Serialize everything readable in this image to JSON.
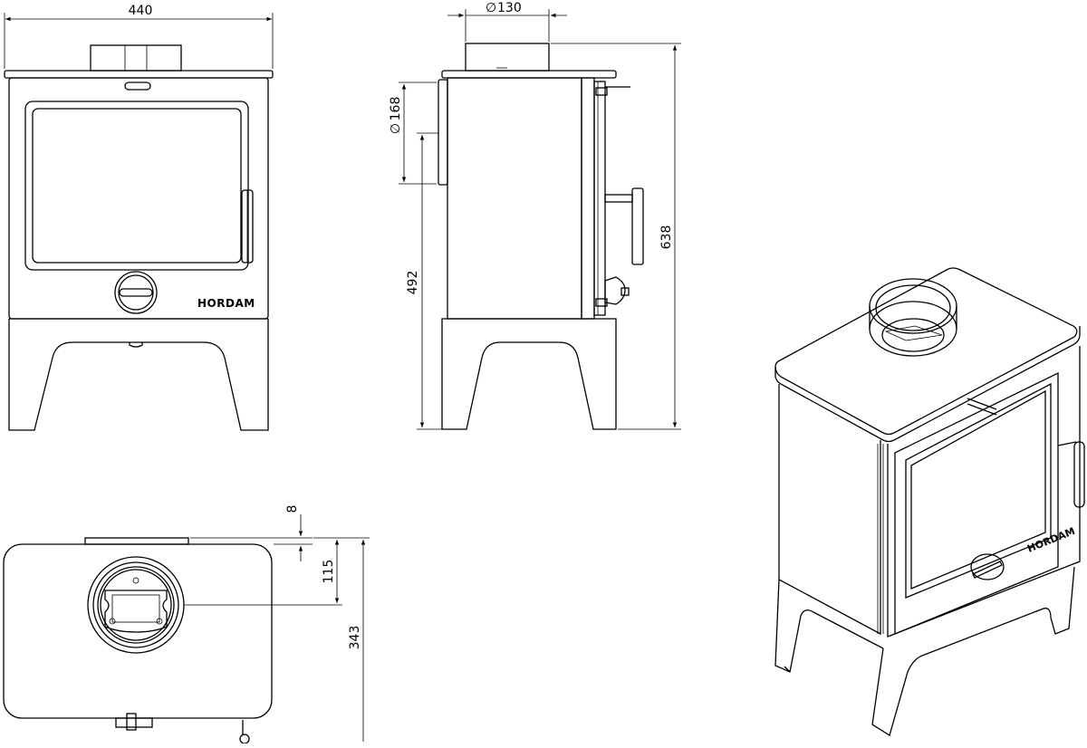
{
  "drawing": {
    "dimensions": {
      "front_width": "440",
      "flue_diameter": "130",
      "rear_outlet_diameter": "168",
      "rear_outlet_height": "492",
      "total_height": "638",
      "flue_offset": "8",
      "flue_center_from_back": "115",
      "total_depth": "343"
    },
    "brand_logo_text": "HORDAM"
  },
  "colors": {
    "line": "#000000",
    "background": "#ffffff"
  }
}
